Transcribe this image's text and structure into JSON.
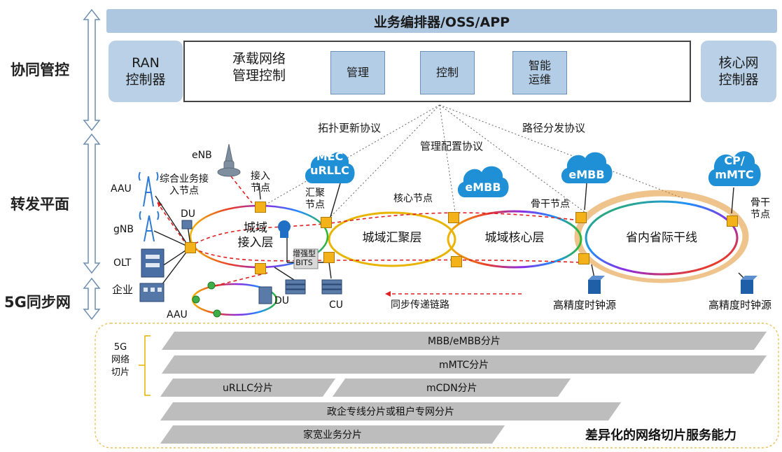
{
  "side_labels": {
    "coordination": "协同管控",
    "forwarding": "转发平面",
    "sync": "5G同步网"
  },
  "top_bar": "业务编排器/OSS/APP",
  "ran_controller": "RAN\n控制器",
  "core_controller": "核心网\n控制器",
  "bearer_mgmt": {
    "title": "承载网络\n管理控制",
    "items": [
      "管理",
      "控制",
      "智能\n运维"
    ]
  },
  "protocols": {
    "topology": "拓扑更新协议",
    "path": "路径分发协议",
    "config": "管理配置协议"
  },
  "clouds": {
    "mec": "MEC\nuRLLC",
    "embb_core": "eMBB",
    "embb_backbone": "eMBB",
    "cp": "CP/\nmMTC"
  },
  "labels": {
    "enb": "eNB",
    "aau_top": "AAU",
    "gnb": "gNB",
    "olt": "OLT",
    "enterprise": "企业",
    "aau_bottom": "AAU",
    "du_top": "DU",
    "du_bottom": "DU",
    "cu": "CU",
    "access_node": "接入\n节点",
    "integrated_access": "综合业务接\n入节点",
    "aggregation_node": "汇聚\n节点",
    "core_node": "核心节点",
    "backbone_node_left": "骨干节点",
    "backbone_node_right": "骨干\n节点",
    "enhanced_bits": "增强型\nBITS",
    "sync_link": "同步传递链路",
    "clock_left": "高精度时钟源",
    "clock_right": "高精度时钟源"
  },
  "rings": {
    "access": "城域\n接入层",
    "aggregation": "城域汇聚层",
    "core": "城域核心层",
    "backbone": "省内省际干线"
  },
  "slices": {
    "group_label": "5G\n网络\n切片",
    "mbb": "MBB/eMBB分片",
    "mmtc": "mMTC分片",
    "urllc": "uRLLC分片",
    "mcdn": "mCDN分片",
    "gov": "政企专线分片或租户专网分片",
    "home": "家宽业务分片",
    "capability": "差异化的网络切片服务能力"
  },
  "colors": {
    "bar_blue": "#aec7e0",
    "cloud_blue": "#1f8fd6",
    "node_orange": "#f3b21a",
    "sync_red": "#e02020",
    "slice_gray": "#bdbdbd"
  }
}
